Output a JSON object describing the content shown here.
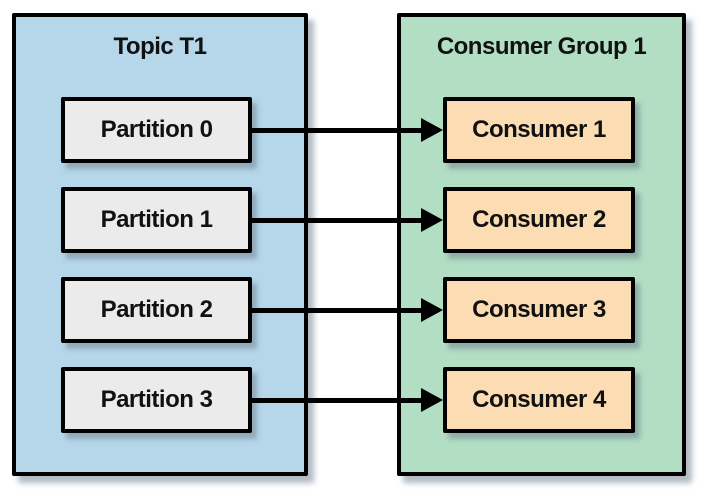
{
  "topic_group": {
    "title": "Topic T1",
    "fill_color": "#b5d7e9",
    "item_fill_color": "#ebebeb",
    "items": [
      {
        "label": "Partition 0"
      },
      {
        "label": "Partition 1"
      },
      {
        "label": "Partition 2"
      },
      {
        "label": "Partition 3"
      }
    ]
  },
  "consumer_group": {
    "title": "Consumer Group 1",
    "fill_color": "#b2dec4",
    "item_fill_color": "#fbdcb3",
    "items": [
      {
        "label": "Consumer 1"
      },
      {
        "label": "Consumer 2"
      },
      {
        "label": "Consumer 3"
      },
      {
        "label": "Consumer 4"
      }
    ]
  },
  "connections": [
    {
      "from": "Partition 0",
      "to": "Consumer 1"
    },
    {
      "from": "Partition 1",
      "to": "Consumer 2"
    },
    {
      "from": "Partition 2",
      "to": "Consumer 3"
    },
    {
      "from": "Partition 3",
      "to": "Consumer 4"
    }
  ],
  "colors": {
    "border": "#000000",
    "text": "#111111",
    "background": "#ffffff"
  }
}
